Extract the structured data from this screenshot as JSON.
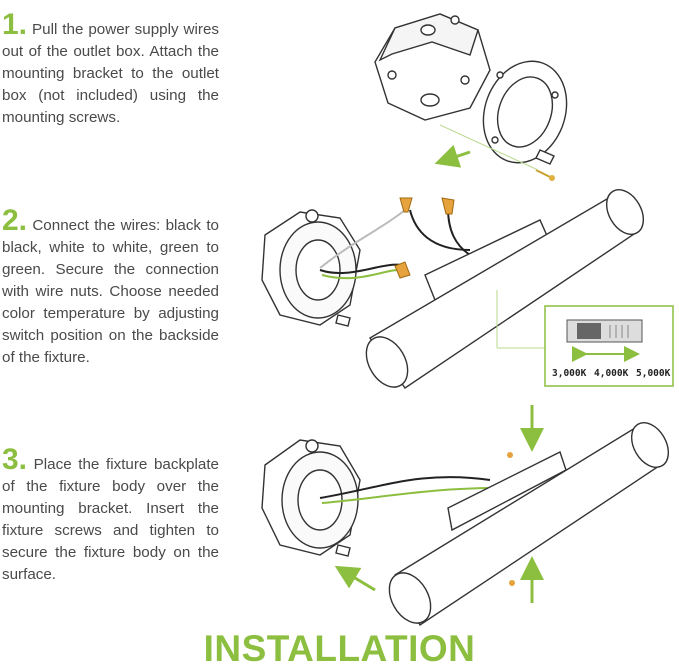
{
  "steps": [
    {
      "number": "1.",
      "text": " Pull the power supply wires out of the outlet box. Attach the mounting bracket to the outlet box (not included) using the mounting screws."
    },
    {
      "number": "2.",
      "text": " Connect the wires: black to black, white to white, green to green. Secure the connection with wire nuts. Choose needed color temperature by adjusting switch position on the backside of the fixture."
    },
    {
      "number": "3.",
      "text": " Place the fixture backplate of the fixture body over the mounting bracket. Insert the fixture screws and tighten to secure the fixture body on the surface."
    }
  ],
  "title": "INSTALLATION",
  "switch": {
    "labels": [
      "3,000K",
      "4,000K",
      "5,000K"
    ]
  },
  "colors": {
    "accent": "#8cbe3f",
    "text": "#4a4a4a",
    "line": "#333333"
  }
}
